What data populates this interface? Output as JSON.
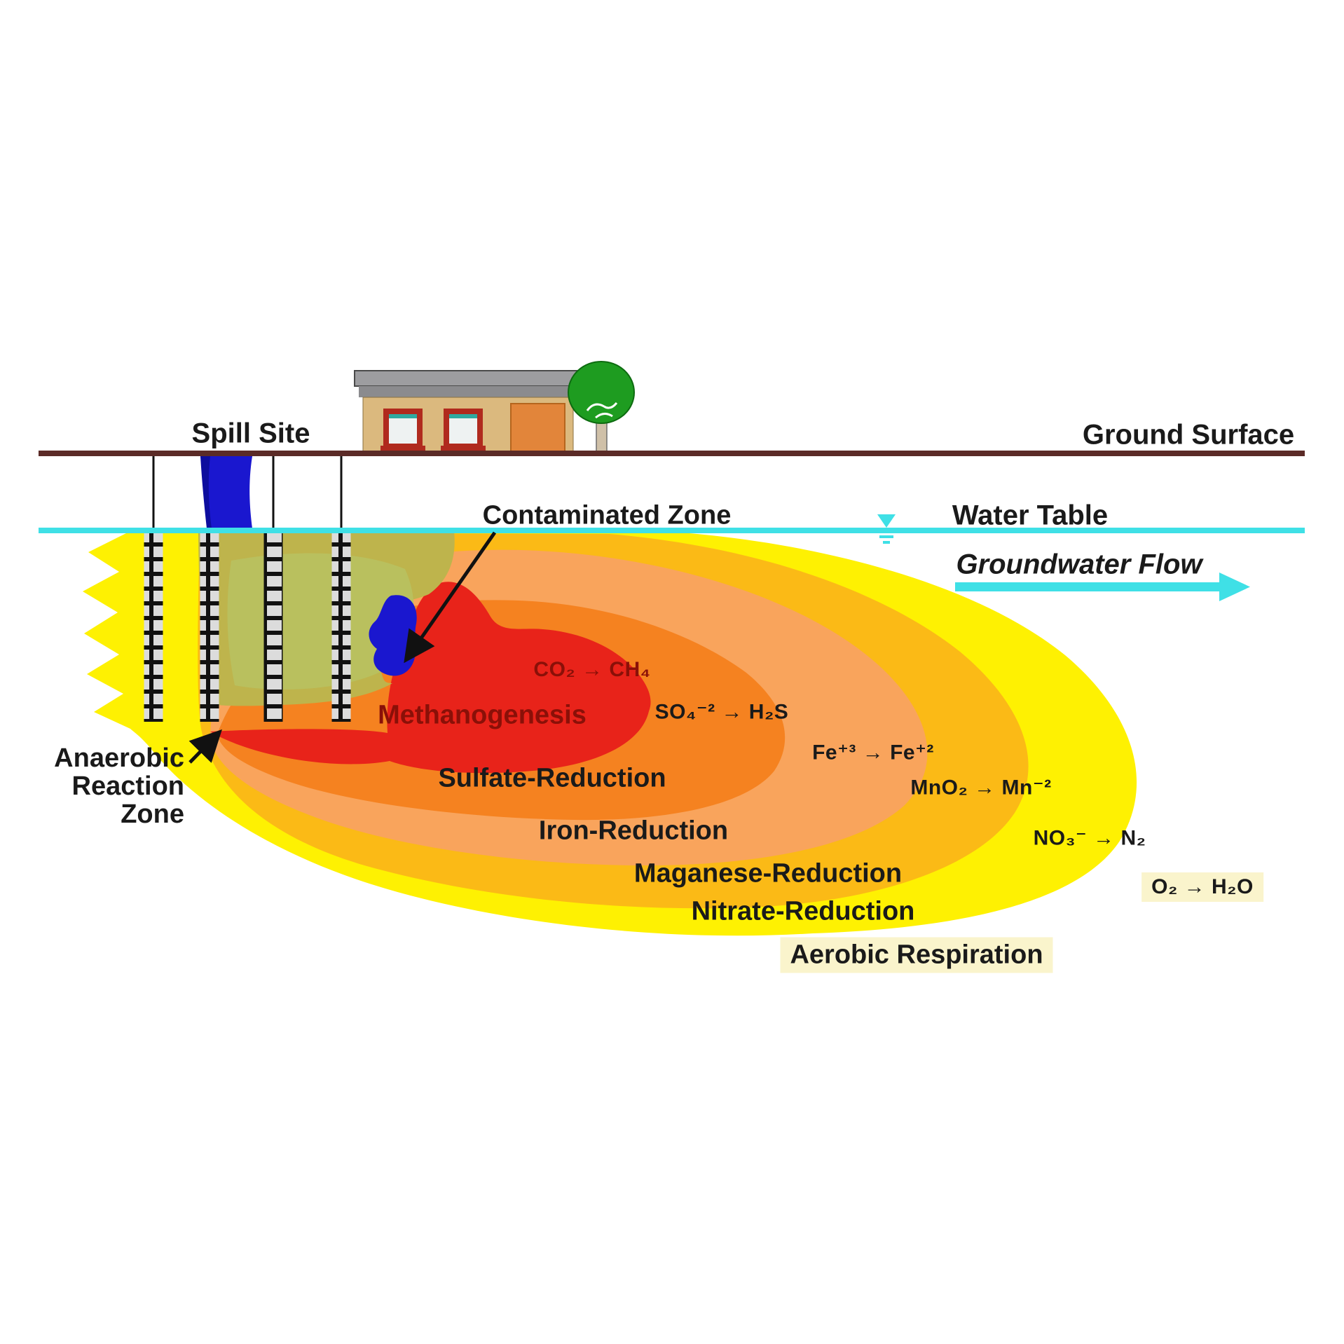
{
  "scene": {
    "labels": {
      "spill_site": "Spill Site",
      "ground_surface": "Ground Surface",
      "water_table": "Water Table",
      "groundwater_flow": "Groundwater Flow",
      "contaminated_zone": "Contaminated Zone",
      "anaerobic_reaction_zone": {
        "line1": "Anaerobic",
        "line2": "Reaction",
        "line3": "Zone"
      }
    },
    "zone_labels": [
      {
        "id": "methanogenesis",
        "label": "Methanogenesis",
        "color": "#e8231a",
        "text_color": "#8a1008"
      },
      {
        "id": "sulfate-reduction",
        "label": "Sulfate-Reduction",
        "color": "#f58220",
        "text_color": "#1a1a1a"
      },
      {
        "id": "iron-reduction",
        "label": "Iron-Reduction",
        "color": "#f9a45c",
        "text_color": "#1a1a1a"
      },
      {
        "id": "maganese-reduction",
        "label": "Maganese-Reduction",
        "color": "#fbba16",
        "text_color": "#1a1a1a"
      },
      {
        "id": "nitrate-reduction",
        "label": "Nitrate-Reduction",
        "color": "#fef102",
        "text_color": "#1a1a1a"
      },
      {
        "id": "aerobic-respiration",
        "label": "Aerobic Respiration",
        "color": "#faf4cc",
        "text_color": "#1a1a1a"
      }
    ],
    "reactions": [
      {
        "id": "co2-ch4",
        "equation": "CO₂ → CH₄"
      },
      {
        "id": "so4-h2s",
        "equation": "SO₄⁻² → H₂S"
      },
      {
        "id": "fe3-fe2",
        "equation": "Fe⁺³ → Fe⁺²"
      },
      {
        "id": "mno2-mn",
        "equation": "MnO₂ → Mn⁻²"
      },
      {
        "id": "no3-n2",
        "equation": "NO₃⁻ → N₂"
      },
      {
        "id": "o2-h2o",
        "equation": "O₂ → H₂O"
      }
    ],
    "wells": {
      "count": 4,
      "segments_per_well": 13
    },
    "colors": {
      "ground_line": "#5b2b27",
      "water_line": "#3fe0e6",
      "spill_blue": "#1a17cf",
      "spill_blue_dark": "#0d0d9e",
      "olive_zone": "#beb44c",
      "olive_inner": "#b9c05e",
      "well_fill": "#dcdcdc",
      "highlight_bg": "#faf4cc",
      "building_wall": "#dbb97e",
      "building_roof": "#9d9da0",
      "building_door": "#e2853a",
      "tree_green": "#1e9c20"
    }
  }
}
